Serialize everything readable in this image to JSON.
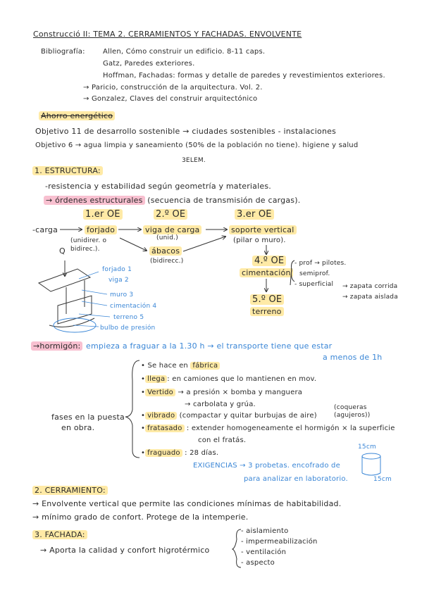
{
  "header": {
    "title": "Construcció II: TEMA 2. CERRAMIENTOS Y FACHADAS. ENVOLVENTE"
  },
  "bibliography": {
    "label": "Bibliografía:",
    "lines": [
      "Allen, Cómo construir un edificio. 8-11 caps.",
      "Gatz, Paredes exteriores.",
      "Hoffman, Fachadas: formas y detalle de paredes y revestimientos exteriores.",
      "→ Paricio, construcción de la arquitectura. Vol. 2.",
      "→ Gonzalez, Claves del construir arquitectónico"
    ]
  },
  "energy": {
    "heading": "Ahorro energético",
    "objective11": "Objetivo 11 de desarrollo sostenible → ciudades sostenibles   - instalaciones",
    "objective6": "Objetivo 6 → agua limpia y saneamiento (50% de la población no tiene). higiene y salud",
    "belem": "3ELEM."
  },
  "structure": {
    "heading": "1. ESTRUCTURA:",
    "line1": "-resistencia y estabilidad según geometría y materiales.",
    "line2_highlight": "→ órdenes estructurales",
    "line2_rest": "(secuencia de transmisión de cargas).",
    "orders": {
      "first": "1.er OE",
      "second": "2.º OE",
      "third": "3.er OE",
      "fourth": "4.º OE",
      "fifth": "5.º OE"
    },
    "carga": "-carga",
    "forjado": "forjado",
    "forjado_note": "(unidirer. o bidirec.).",
    "viga": "viga de carga",
    "viga_note": "(unid.)",
    "abacos": "ábacos",
    "abacos_note": "(bidirecc.)",
    "soporte": "soporte vertical",
    "soporte_note": "(pilar o muro).",
    "cimentacion": "cimentación",
    "terreno": "terreno",
    "foundations": {
      "prof": "- prof → pilotes.",
      "semiprof": "semiprof.",
      "superficial": "- superficial",
      "zapata_corrida": "→ zapata corrida",
      "zapata_aislada": "→ zapata aislada"
    },
    "diagram": {
      "q": "Q",
      "labels": [
        "forjado 1",
        "viga 2",
        "muro 3",
        "cimentación 4",
        "terreno 5",
        "bulbo de presión"
      ]
    }
  },
  "concrete": {
    "heading": "→hormigón:",
    "line1": "empieza a fraguar a la 1.30 h → el transporte tiene que estar",
    "line2": "a menos de 1h",
    "phases_label_1": "fases en la puesta",
    "phases_label_2": "en obra.",
    "phases": [
      {
        "bullet": "•",
        "label": "Se hace en",
        "hl": "fábrica",
        "rest": ""
      },
      {
        "bullet": "•",
        "label": "",
        "hl": "llega",
        "rest": ": en camiones que lo mantienen en mov."
      },
      {
        "bullet": "•",
        "label": "",
        "hl": "Vertido",
        "rest": "→ a presión × bomba y manguera"
      },
      {
        "bullet": "",
        "label": "",
        "hl": "",
        "rest": "→ carbolata y grúa."
      },
      {
        "bullet": "•",
        "label": "",
        "hl": "vibrado",
        "rest": "(compactar y quitar burbujas de aire)"
      },
      {
        "bullet": "•",
        "label": "",
        "hl": "fratasado",
        "rest": ": extender homogeneamente el hormigón × la superficie"
      },
      {
        "bullet": "",
        "label": "",
        "hl": "",
        "rest": "con el fratás."
      },
      {
        "bullet": "•",
        "label": "",
        "hl": "fraguado",
        "rest": ": 28 días."
      }
    ],
    "coqueras": "(coqueras (agujeros))",
    "requirements_1": "EXIGENCIAS → 3 probetas. encofrado de",
    "requirements_2": "para analizar en laboratorio.",
    "cylinder_top": "15cm",
    "cylinder_side": "15cm"
  },
  "enclosure": {
    "heading": "2. CERRAMIENTO:",
    "line1": "→ Envolvente vertical que permite las condiciones mínimas de habitabilidad.",
    "line2": "→ mínimo grado de confort. Protege de la intemperie."
  },
  "facade": {
    "heading": "3. FACHADA:",
    "line1": "→ Aporta la calidad y confort higrotérmico",
    "items": [
      "- aislamiento",
      "- impermeabilización",
      "- ventilación",
      "- aspecto"
    ]
  }
}
